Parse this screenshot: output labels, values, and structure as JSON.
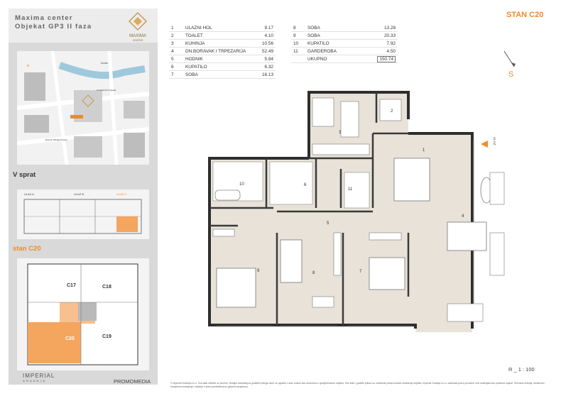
{
  "sidebar": {
    "title_line1": "Maxima center",
    "title_line2": "Objekat GP3 II faza",
    "logo_text": "MAXIMA",
    "logo_sub": "CENTER",
    "map": {
      "north_label": "S",
      "label_road1": "Dunav",
      "label_road2": "Bulevar Mihajla Pupina",
      "label_road3": "Omladinskih brigada"
    },
    "floor_title": "V sprat",
    "floor_ulaz": [
      "ULAZ A",
      "ULAZ B",
      "ULAZ C"
    ],
    "stan_title": "stan C20",
    "unit_labels": [
      "C17",
      "C18",
      "C20",
      "C19"
    ],
    "imperial_label": "IMPERIAL",
    "imperial_sub": "GRADNJA",
    "promo_label": "PROMOMEDIA"
  },
  "rooms_left": [
    {
      "n": "1",
      "name": "ULAZNI HOL",
      "area": "9.17"
    },
    {
      "n": "2",
      "name": "TOALET",
      "area": "4.10"
    },
    {
      "n": "3",
      "name": "KUHINJA",
      "area": "10.56"
    },
    {
      "n": "4",
      "name": "DN.BORAVAK I TRPEZARIJA",
      "area": "52.49"
    },
    {
      "n": "5",
      "name": "HODNIK",
      "area": "5.94"
    },
    {
      "n": "6",
      "name": "KUPATILO",
      "area": "6.32"
    },
    {
      "n": "7",
      "name": "SOBA",
      "area": "16.13"
    }
  ],
  "rooms_right": [
    {
      "n": "8",
      "name": "SOBA",
      "area": "13.28"
    },
    {
      "n": "9",
      "name": "SOBA",
      "area": "20.33"
    },
    {
      "n": "10",
      "name": "KUPATILO",
      "area": "7.92"
    },
    {
      "n": "11",
      "name": "GARDEROBA",
      "area": "4.50"
    }
  ],
  "total": {
    "label": "UKUPNO",
    "value": "150.74"
  },
  "stan_heading": "STAN C20",
  "compass_label": "S",
  "plan": {
    "entry_label": "ULAZ",
    "room_numbers": [
      "1",
      "2",
      "3",
      "4",
      "5",
      "6",
      "7",
      "8",
      "9",
      "10",
      "11"
    ]
  },
  "scale": "R _ 1 : 100",
  "footer": "© Imperial Gradnja d.o.o. Sva dala veličine su okvirne. Detaljni nameštaj sa grafičkih priloga neće se ugraditi u stan budući kao neizvesno u gradjevinskom objektu. Sve slike i grafički prikazi su umetnički prikaz buduće realizacije objekta. Imperial Gradnja d.o.o. zadržava pravo promene ovih materijala bez posebne najave. Servisna rešenja, električna i kompletna instalacija i stolarija u stanu predviđena su glavnim projektom."
}
